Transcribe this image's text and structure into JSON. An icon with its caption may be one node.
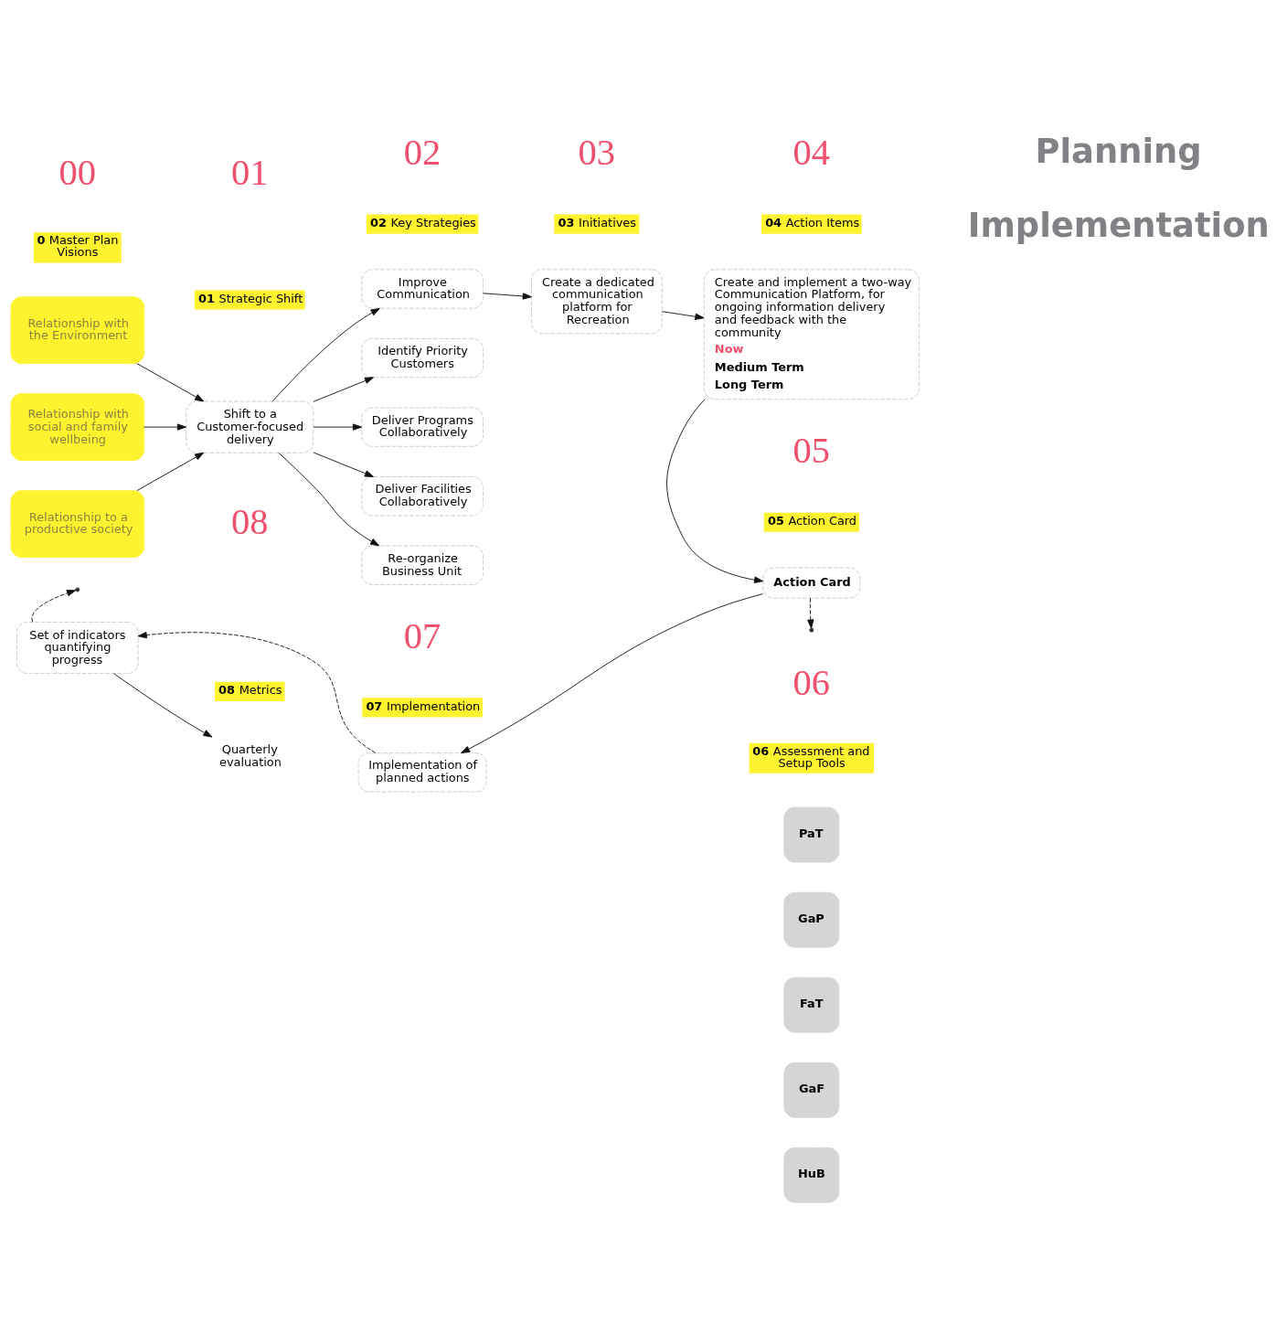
{
  "diagram": {
    "nodes": [
      {
        "text": [
          "Relationship with the Environment"
        ]
      },
      {
        "text": [
          "Relationship with social and family wellbeing"
        ]
      },
      {
        "text": [
          "Relationship to a productive society"
        ]
      },
      {
        "text": [
          "Shift to a Customer-focused delivery"
        ]
      },
      {
        "text": [
          "Improve Communication"
        ]
      },
      {
        "text": [
          "Identify Priority Customers"
        ]
      },
      {
        "text": [
          "Deliver Programs Collaboratively"
        ]
      },
      {
        "text": [
          "Deliver Facilities Collaboratively"
        ]
      },
      {
        "text": [
          "Re-organize Business Unit"
        ]
      },
      {
        "text": [
          "Create a dedicated communication platform for Recreation"
        ]
      },
      {
        "text": [
          "Create and implement a two-way Communication Platform, for ongoing information delivery and feedback with the community",
          "Now",
          "Medium Term",
          "Long Term"
        ]
      },
      {
        "text": [
          "Action Card"
        ]
      },
      {
        "text": [
          "Implementation of planned actions"
        ]
      },
      {
        "text": [
          "Set of indicators quantifying progress"
        ]
      },
      {
        "text": [
          "Quarterly evaluation"
        ]
      },
      {
        "text": [
          "PaT"
        ]
      },
      {
        "text": [
          "GaP"
        ]
      },
      {
        "text": [
          "FaT"
        ]
      },
      {
        "text": [
          "GaF"
        ]
      },
      {
        "text": [
          "HuB"
        ]
      }
    ],
    "edges": [
      {
        "from": 0,
        "to": 3,
        "arrow": "to"
      },
      {
        "from": 1,
        "to": 3,
        "arrow": "to"
      },
      {
        "from": 2,
        "to": 3,
        "arrow": "to"
      },
      {
        "from": 3,
        "to": 4,
        "arrow": "to"
      },
      {
        "from": 3,
        "to": 5,
        "arrow": "to"
      },
      {
        "from": 3,
        "to": 6,
        "arrow": "to"
      },
      {
        "from": 3,
        "to": 7,
        "arrow": "to"
      },
      {
        "from": 3,
        "to": 8,
        "arrow": "to"
      },
      {
        "from": 4,
        "to": 9,
        "arrow": "to"
      },
      {
        "from": 9,
        "to": 10,
        "arrow": "to"
      },
      {
        "from": 10,
        "to": 11,
        "arrow": "to"
      },
      {
        "from": 11,
        "to": 12,
        "arrow": "to"
      },
      {
        "from": 12,
        "to": 13,
        "arrow": "to",
        "style": "dashed"
      },
      {
        "from": 13,
        "to": 14,
        "arrow": "to"
      },
      {
        "from": 11,
        "to": null,
        "arrow": "to",
        "style": "dashed"
      },
      {
        "from": 13,
        "to": null,
        "arrow": "to",
        "style": "dashed"
      }
    ],
    "labels": [
      "00",
      "**0** Master Plan Visions",
      "01",
      "**01** Strategic Shift",
      "02",
      "**02** Key Strategies",
      "03",
      "**03** Initiatives",
      "Planning",
      "04",
      "**04** Action Items",
      "08",
      "07",
      "05",
      "Implementation",
      "**08** Metrics",
      "**07** Implementation",
      "**05** Action Card",
      "06",
      "**06** Assessment and Setup Tools"
    ]
  }
}
